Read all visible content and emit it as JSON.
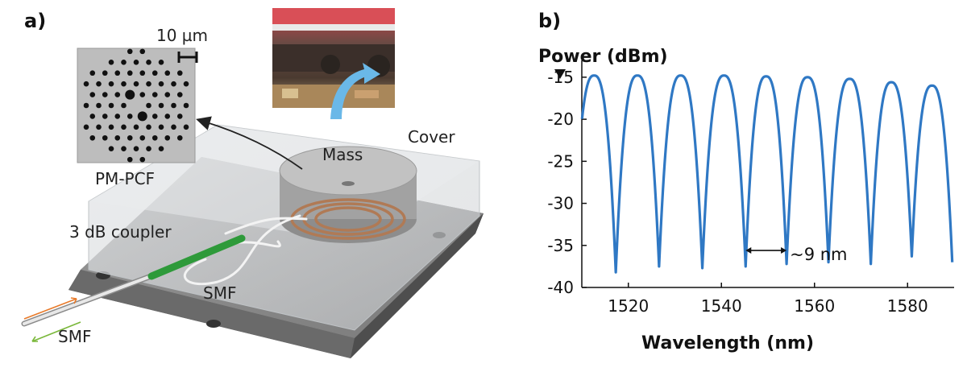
{
  "panel_a": {
    "label": "a)",
    "scale_bar": "10 µm",
    "pm_pcf": "PM-PCF",
    "mass": "Mass",
    "cover": "Cover",
    "coupler": "3 dB coupler",
    "smf_loop": "SMF",
    "smf_input": "SMF",
    "colors": {
      "fiber_green": "#2e9a3a",
      "coil": "#b07a55",
      "arrow_blue": "#6ab8e8",
      "laser_in": "#e87a2a",
      "laser_out": "#7ab83a"
    }
  },
  "panel_b": {
    "label": "b)"
  },
  "chart_data": {
    "type": "line",
    "ylabel": "Power (dBm)",
    "xlabel": "Wavelength (nm)",
    "xlim": [
      1510,
      1590
    ],
    "ylim": [
      -40,
      -13
    ],
    "x_ticks": [
      1520,
      1540,
      1560,
      1580
    ],
    "y_ticks": [
      -15,
      -20,
      -25,
      -30,
      -35,
      -40
    ],
    "y_tick_labels": [
      "-15",
      "-20",
      "-25",
      "-30",
      "-35",
      "-40"
    ],
    "annotation": "~9 nm",
    "series": [
      {
        "color": "#2f78c4",
        "minima_x": [
          1517.3,
          1526.6,
          1535.9,
          1545.2,
          1554.0,
          1563.0,
          1572.1,
          1580.9,
          1589.6
        ],
        "minima_y": [
          -38.2,
          -37.5,
          -37.7,
          -37.5,
          -37.2,
          -37.0,
          -37.2,
          -36.3,
          -37.0
        ],
        "peaks_x": [
          1512.9,
          1522.0,
          1531.3,
          1540.6,
          1549.6,
          1558.5,
          1567.5,
          1576.5,
          1585.3
        ],
        "peaks_y": [
          -14.8,
          -14.8,
          -14.8,
          -14.8,
          -14.9,
          -15.0,
          -15.2,
          -15.6,
          -16.0
        ]
      }
    ]
  }
}
